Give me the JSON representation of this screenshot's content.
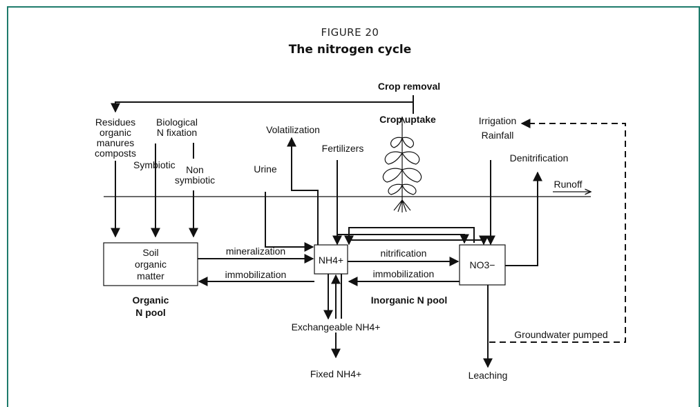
{
  "figure": {
    "number": "FIGURE 20",
    "title": "The nitrogen cycle"
  },
  "labels": {
    "crop_removal": "Crop removal",
    "crop_uptake": "Crop uptake",
    "residues_1": "Residues",
    "residues_2": "organic",
    "residues_3": "manures",
    "residues_4": "composts",
    "biological_1": "Biological",
    "biological_2": "N fixation",
    "symbiotic": "Symbiotic",
    "non_symbiotic_1": "Non",
    "non_symbiotic_2": "symbiotic",
    "volatilization": "Volatilization",
    "urine": "Urine",
    "fertilizers": "Fertilizers",
    "irrigation": "Irrigation",
    "rainfall": "Rainfall",
    "denitrification": "Denitrification",
    "runoff": "Runoff",
    "soil_om_1": "Soil",
    "soil_om_2": "organic",
    "soil_om_3": "matter",
    "organic_pool_1": "Organic",
    "organic_pool_2": "N pool",
    "mineralization": "mineralization",
    "immobilization_left": "immobilization",
    "nh4_box": "NH4+",
    "nitrification": "nitrification",
    "immobilization_right": "immobilization",
    "no3_box": "NO3−",
    "inorganic_pool": "Inorganic N pool",
    "exchangeable": "Exchangeable NH4+",
    "fixed": "Fixed NH4+",
    "groundwater": "Groundwater pumped",
    "leaching": "Leaching"
  }
}
